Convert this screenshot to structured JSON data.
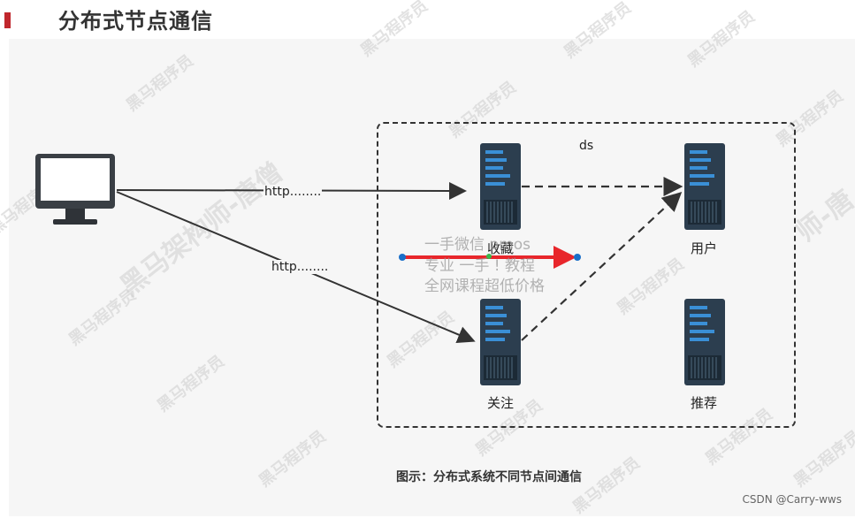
{
  "header": {
    "title": "分布式节点通信",
    "accent_color": "#c0272d"
  },
  "diagram": {
    "nodes": {
      "client": {
        "icon": "desktop-computer-icon"
      },
      "favorites": {
        "label": "收藏",
        "icon": "server-icon"
      },
      "users": {
        "label": "用户",
        "icon": "server-icon"
      },
      "follow": {
        "label": "关注",
        "icon": "server-icon"
      },
      "recommend": {
        "label": "推荐",
        "icon": "server-icon"
      }
    },
    "edges": {
      "http_top": "http........",
      "http_bottom": "http........",
      "ds": "ds"
    }
  },
  "overlay": {
    "line1": "一手微信    pmos",
    "line2": "专业 一手 ! 教程",
    "line3": "全网课程超低价格"
  },
  "caption": "图示：分布式系统不同节点间通信",
  "credit": "CSDN @Carry-wws",
  "watermarks": {
    "small": "黑马程序员",
    "large": "黑马架构师-唐僧",
    "large_right": "师-唐"
  },
  "colors": {
    "server_body": "#2c3e4f",
    "server_accent": "#3a8fd6",
    "red_arrow": "#e8262b",
    "dot": "#1a6fc9"
  }
}
